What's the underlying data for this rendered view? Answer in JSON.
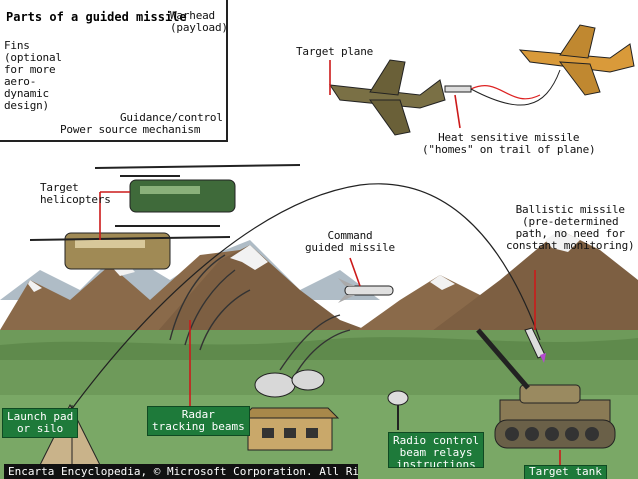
{
  "inset": {
    "title": "Parts of a guided missile",
    "labels": {
      "warhead": "Warhead\n(payload)",
      "fins": "Fins\n(optional\nfor more\naero-\ndynamic\ndesign)",
      "power_source": "Power source",
      "guidance": "Guidance/control\nmechanism"
    }
  },
  "scene": {
    "target_plane": "Target plane",
    "heat_missile": "Heat sensitive missile\n(\"homes\" on trail of plane)",
    "target_helicopters": "Target\nhelicopters",
    "ballistic_missile": "Ballistic missile\n(pre-determined\npath, no need for\nconstant monitoring)",
    "command_missile": "Command\nguided missile",
    "launch_pad": "Launch pad\nor silo",
    "radar_beams": "Radar\ntracking beams",
    "radio_relays": "Radio control\nbeam relays\ninstructions",
    "target_tank": "Target tank"
  },
  "footer": "Encarta Encyclopedia, © Microsoft Corporation. All Rights Reserved.",
  "colors": {
    "sky": "#ffffff",
    "mountain": "#8a6a4a",
    "snow": "#f2f2f2",
    "grass": "#6e9a5a",
    "label_green": "#1e7a3a",
    "pointer_red": "#cc1a1a",
    "plane_olive": "#7a7045",
    "plane_orange": "#d99a3a"
  }
}
